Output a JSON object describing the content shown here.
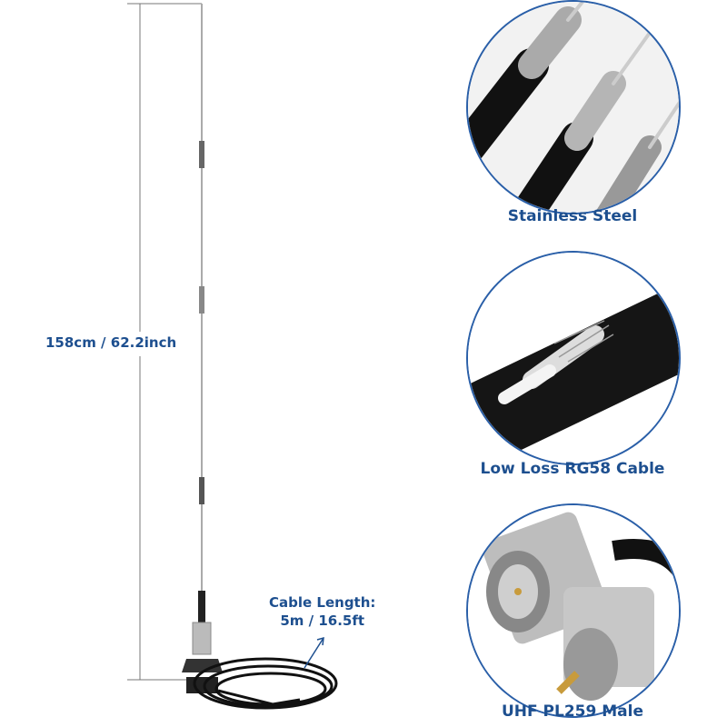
{
  "height_label": "158cm / 62.2inch",
  "cable_label": {
    "line1": "Cable Length:",
    "line2": "5m / 16.5ft"
  },
  "features": [
    {
      "caption": "Stainless Steel"
    },
    {
      "caption": "Low Loss RG58 Cable"
    },
    {
      "caption": "UHF PL259 Male"
    }
  ],
  "colors": {
    "text": "#1d4f8f",
    "circle_border": "#2a5fa8"
  }
}
